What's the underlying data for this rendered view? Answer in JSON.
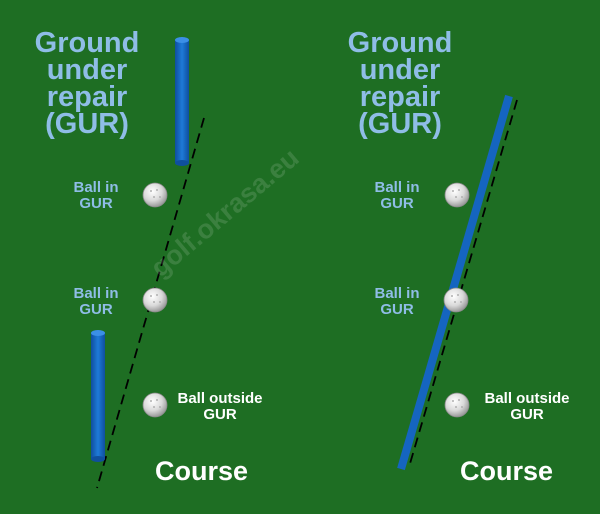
{
  "watermark": "golf.okrasa.eu",
  "colors": {
    "background": "#1e6e23",
    "stake": "#1565c0",
    "title_text": "#8fbde6",
    "ball": "#d9d9d9"
  },
  "left_panel": {
    "title": "Ground\nunder\nrepair\n(GUR)",
    "balls": [
      {
        "label": "Ball in\nGUR",
        "status": "in"
      },
      {
        "label": "Ball in\nGUR",
        "status": "in"
      },
      {
        "label": "Ball outside\nGUR",
        "status": "outside"
      }
    ],
    "course_label": "Course"
  },
  "right_panel": {
    "title": "Ground\nunder\nrepair\n(GUR)",
    "balls": [
      {
        "label": "Ball in\nGUR",
        "status": "in"
      },
      {
        "label": "Ball in\nGUR",
        "status": "in"
      },
      {
        "label": "Ball outside\nGUR",
        "status": "outside"
      }
    ],
    "course_label": "Course"
  }
}
